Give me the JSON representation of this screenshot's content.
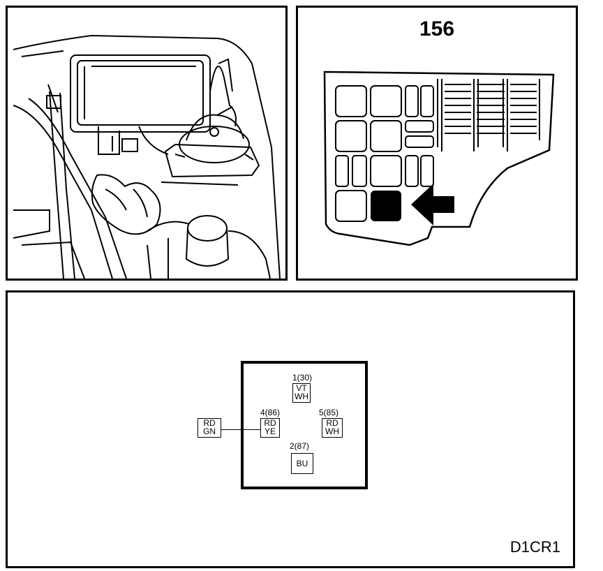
{
  "fuse_box": {
    "number": "156"
  },
  "connector": {
    "pins": [
      {
        "id": "1(30)",
        "wire": [
          "VT",
          "WH"
        ]
      },
      {
        "id": "4(86)",
        "wire": [
          "RD",
          "YE"
        ]
      },
      {
        "id": "5(85)",
        "wire": [
          "RD",
          "WH"
        ]
      },
      {
        "id": "2(87)",
        "wire": [
          "BU"
        ]
      }
    ],
    "external_wire": [
      "RD",
      "GN"
    ]
  },
  "diagram_code": "D1CR1"
}
